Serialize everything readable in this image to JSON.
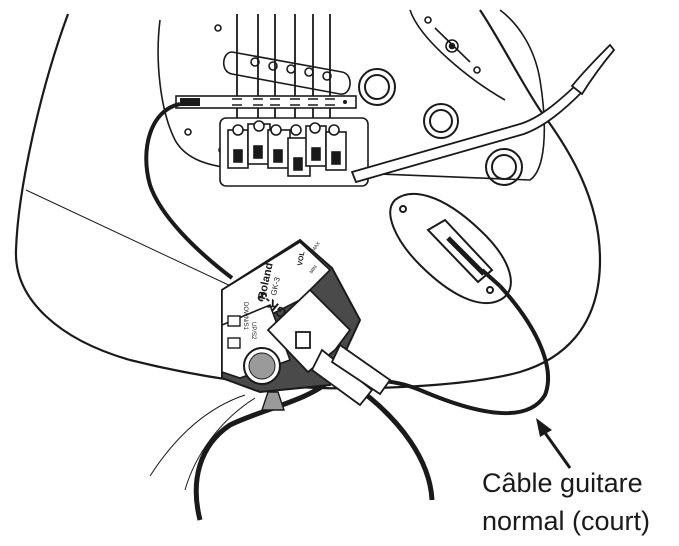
{
  "callout": {
    "line1": "Câble guitare",
    "line2": "normal (court)"
  },
  "pickup": {
    "brand": "Roland",
    "model": "GK-3",
    "plug_label": "GK-3",
    "switch_labels": [
      "DOWN/S1",
      "UP/S2"
    ],
    "vol_label": "VOL",
    "vol_min": "MIN",
    "vol_max": "MAX"
  },
  "colors": {
    "line": "#1a1a1a",
    "module_dark": "#4a4a4a",
    "module_mid": "#9a9a9a",
    "module_light": "#d0d0d0",
    "background": "#ffffff"
  }
}
